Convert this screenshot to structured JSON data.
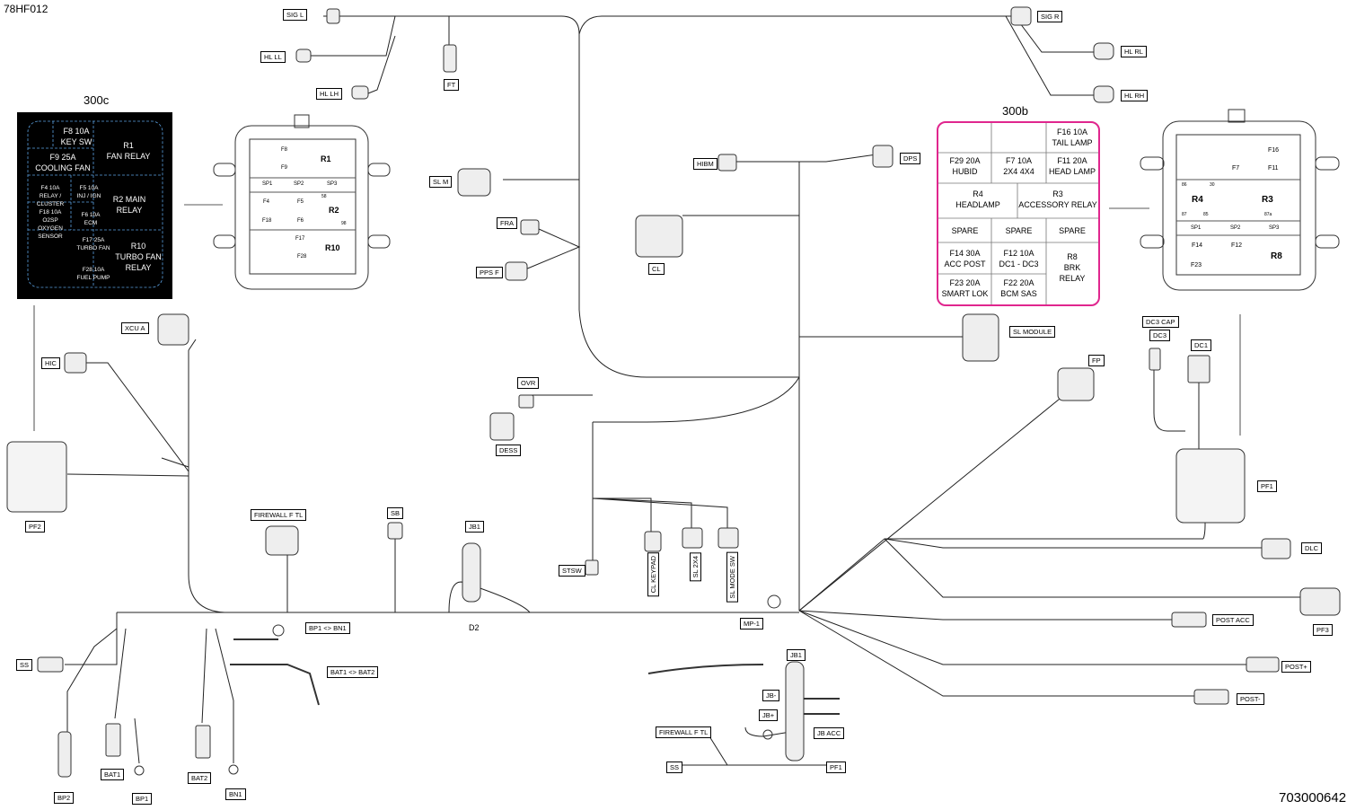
{
  "page": {
    "corner_id": "78HF012",
    "part_number": "703000642"
  },
  "fuse_box_300c": {
    "title": "300c",
    "cells": {
      "f8": "F8     10A\nKEY SW",
      "r1": "R1\nFAN RELAY",
      "f9": "F9     25A\nCOOLING FAN",
      "f4": "F4        10A\nRELAY / CLUSTER",
      "f5": "F5        10A\nINJ / IGN",
      "r2": "R2 MAIN\nRELAY",
      "f18": "F18      10A\nO2SP\nOXYGEN SENSOR",
      "f6": "F6       10A\nECM",
      "f17": "F17       25A\nTURBO FAN",
      "r10": "R10\nTURBO FAN\nRELAY",
      "f28": "F28       10A\nFUEL PUMP"
    }
  },
  "fuse_box_300b": {
    "title": "300b",
    "cells": {
      "f16": "F16   10A\nTAIL LAMP",
      "f29": "F29   20A\nHUBID",
      "f7": "F7    10A\n2X4 4X4",
      "f11": "F11   20A\nHEAD LAMP",
      "r4": "R4\nHEADLAMP",
      "r3": "R3\nACCESSORY RELAY",
      "spare1": "SPARE",
      "spare2": "SPARE",
      "spare3": "SPARE",
      "f14": "F14   30A\nACC POST",
      "f12": "F12   10A\nDC1 - DC3",
      "r8": "R8\nBRK\nRELAY",
      "f23": "F23   20A\nSMART LOK",
      "f22": "F22   20A\nBCM SAS"
    }
  },
  "fuse_block_left": {
    "r1": "R1",
    "r2": "R2",
    "r10": "R10",
    "f8": "F8",
    "f9": "F9",
    "f4": "F4",
    "f5": "F5",
    "f18": "F18",
    "f6": "F6",
    "f17": "F17",
    "f28": "F28",
    "sp1": "SP1",
    "sp2": "SP2",
    "sp3": "SP3",
    "n58": "58",
    "n98": "98"
  },
  "fuse_block_right": {
    "r4": "R4",
    "r3": "R3",
    "r8": "R8",
    "f16": "F16",
    "f7": "F7",
    "f11": "F11",
    "f12": "F12",
    "f14": "F14",
    "f23": "F23",
    "sp1": "SP1",
    "sp2": "SP2",
    "sp3": "SP3",
    "n86": "86",
    "n30": "30",
    "n87": "87",
    "n85": "85",
    "n87a": "87a"
  },
  "labels": {
    "sig_l": "SIG L",
    "hl_ll": "HL LL",
    "hl_lh": "HL LH",
    "ft": "FT",
    "sig_r": "SIG R",
    "hl_rl": "HL RL",
    "hl_rh": "HL RH",
    "dps": "DPS",
    "hibm": "HIBM",
    "sl_m": "SL M",
    "fra": "FRA",
    "pps_f": "PPS F",
    "cl": "CL",
    "xcu_a": "XCU A",
    "hic": "HIC",
    "sl_module": "SL MODULE",
    "fp": "FP",
    "dc3_cap": "DC3 CAP",
    "dc3": "DC3",
    "dc1": "DC1",
    "pf1": "PF1",
    "ovr": "OVR",
    "dess": "DESS",
    "pf2": "PF2",
    "firewall_f_tl": "FIREWALL F TL",
    "sb": "SB",
    "jb1": "JB1",
    "stsw": "STSW",
    "cl_keypad": "CL KEYPAD",
    "sl_2x4": "SL 2X4",
    "sl_mode_sw": "SL MODE SW",
    "dlc": "DLC",
    "pf3": "PF3",
    "post_acc": "POST ACC",
    "post_plus": "POST+",
    "post_minus": "POST-",
    "mp1": "MP-1",
    "d2": "D2",
    "bp1_bn1": "BP1 <> BN1",
    "bat1_bat2": "BAT1 <> BAT2",
    "ss": "SS",
    "bp2": "BP2",
    "bat1": "BAT1",
    "bp1": "BP1",
    "bat2": "BAT2",
    "bn1": "BN1",
    "jb1_b": "JB1",
    "jb_minus": "JB-",
    "jb_plus": "JB+",
    "jb_acc": "JB ACC",
    "firewall_f_tl_b": "FIREWALL F TL",
    "ss_b": "SS",
    "pf1_b": "PF1"
  }
}
